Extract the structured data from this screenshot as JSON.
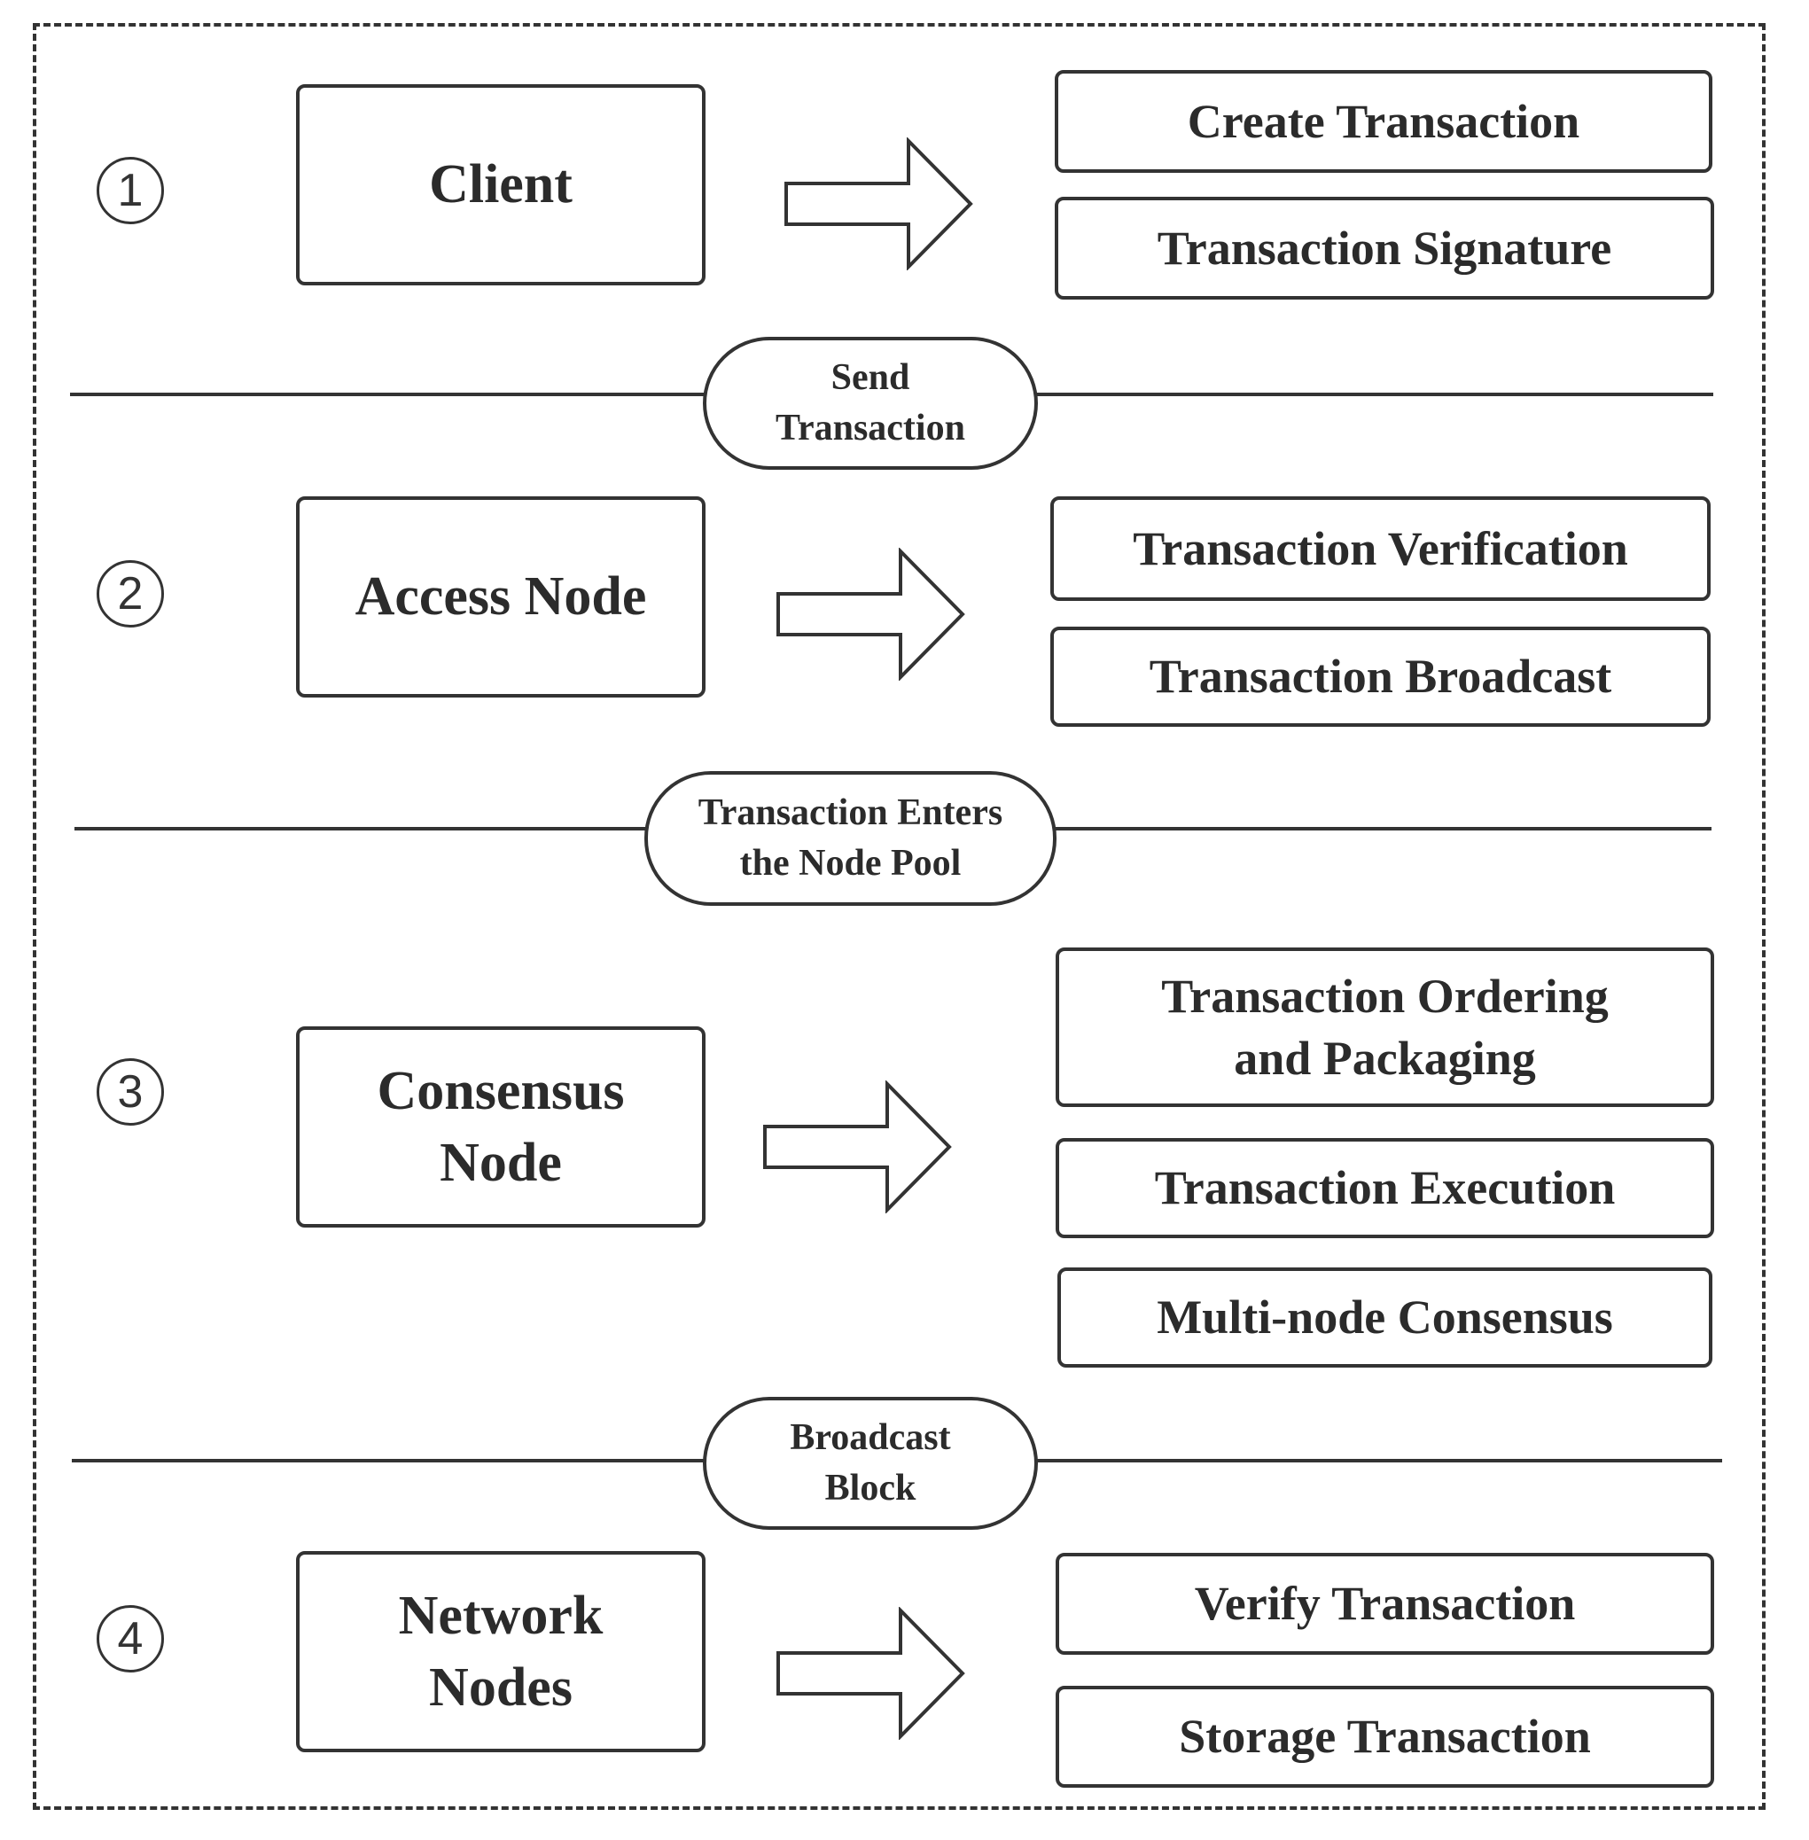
{
  "stages": [
    {
      "number": "1",
      "actor": "Client",
      "steps": [
        "Create Transaction",
        "Transaction Signature"
      ]
    },
    {
      "number": "2",
      "actor": "Access Node",
      "steps": [
        "Transaction Verification",
        "Transaction Broadcast"
      ]
    },
    {
      "number": "3",
      "actor": "Consensus\nNode",
      "steps": [
        "Transaction Ordering\nand Packaging",
        "Transaction Execution",
        "Multi-node Consensus"
      ]
    },
    {
      "number": "4",
      "actor": "Network\nNodes",
      "steps": [
        "Verify Transaction",
        "Storage Transaction"
      ]
    }
  ],
  "transitions": [
    "Send\nTransaction",
    "Transaction Enters\nthe Node Pool",
    "Broadcast\nBlock"
  ],
  "icons": {
    "arrow": "right-block-arrow-icon"
  }
}
